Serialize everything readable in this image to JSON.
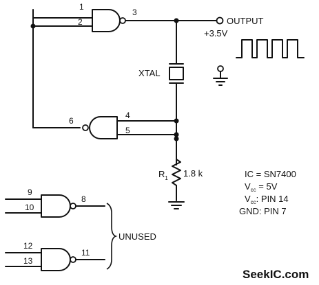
{
  "pins": {
    "g1_in_a": "1",
    "g1_in_b": "2",
    "g1_out": "3",
    "g2_in_a": "4",
    "g2_in_b": "5",
    "g2_out": "6",
    "g3_in_a": "9",
    "g3_in_b": "10",
    "g3_out": "8",
    "g4_in_a": "12",
    "g4_in_b": "13",
    "g4_out": "11"
  },
  "labels": {
    "output": "OUTPUT",
    "output_level": "+3.5V",
    "crystal": "XTAL",
    "resistor": "R",
    "resistor_sub": "1",
    "resistor_value": "1.8 k",
    "unused": "UNUSED"
  },
  "notes": {
    "ic": "IC = SN7400",
    "vcc_value_prefix": "V",
    "vcc_value_sub": "cc",
    "vcc_value_rest": " = 5V",
    "vcc_pin_prefix": "V",
    "vcc_pin_sub": "cc",
    "vcc_pin_rest": ": PIN 14",
    "gnd_pin": "GND:  PIN  7"
  },
  "watermark": "SeekIC.com"
}
